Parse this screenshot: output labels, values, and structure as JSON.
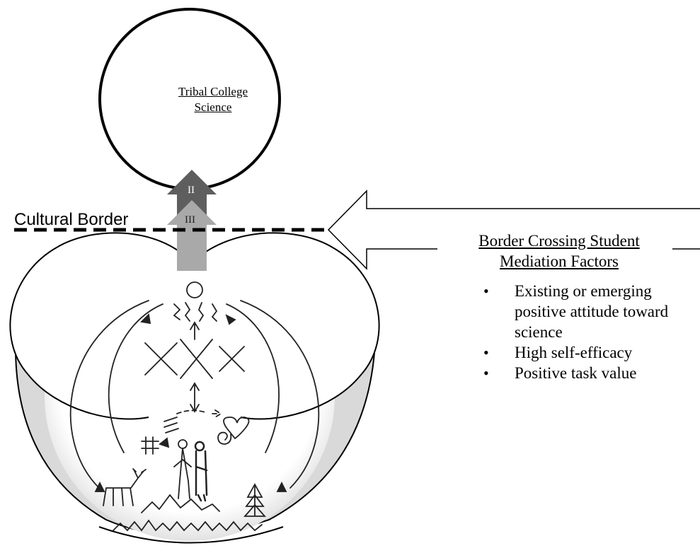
{
  "diagram": {
    "college_circle": {
      "line1": "Tribal College",
      "line2": "Science"
    },
    "cultural_border_label": "Cultural Border",
    "arrows": {
      "upper_label": "II",
      "lower_label": "III"
    },
    "mediation": {
      "title_line1": "Border Crossing Student",
      "title_line2": "Mediation Factors",
      "factors": [
        "Existing or emerging positive attitude toward science",
        "High self-efficacy",
        "Positive task value"
      ]
    },
    "colors": {
      "arrow_dark": "#5e5e5e",
      "arrow_light": "#a9a9a9",
      "bowl_shade": "#d9d9d9",
      "line": "#000000"
    }
  }
}
